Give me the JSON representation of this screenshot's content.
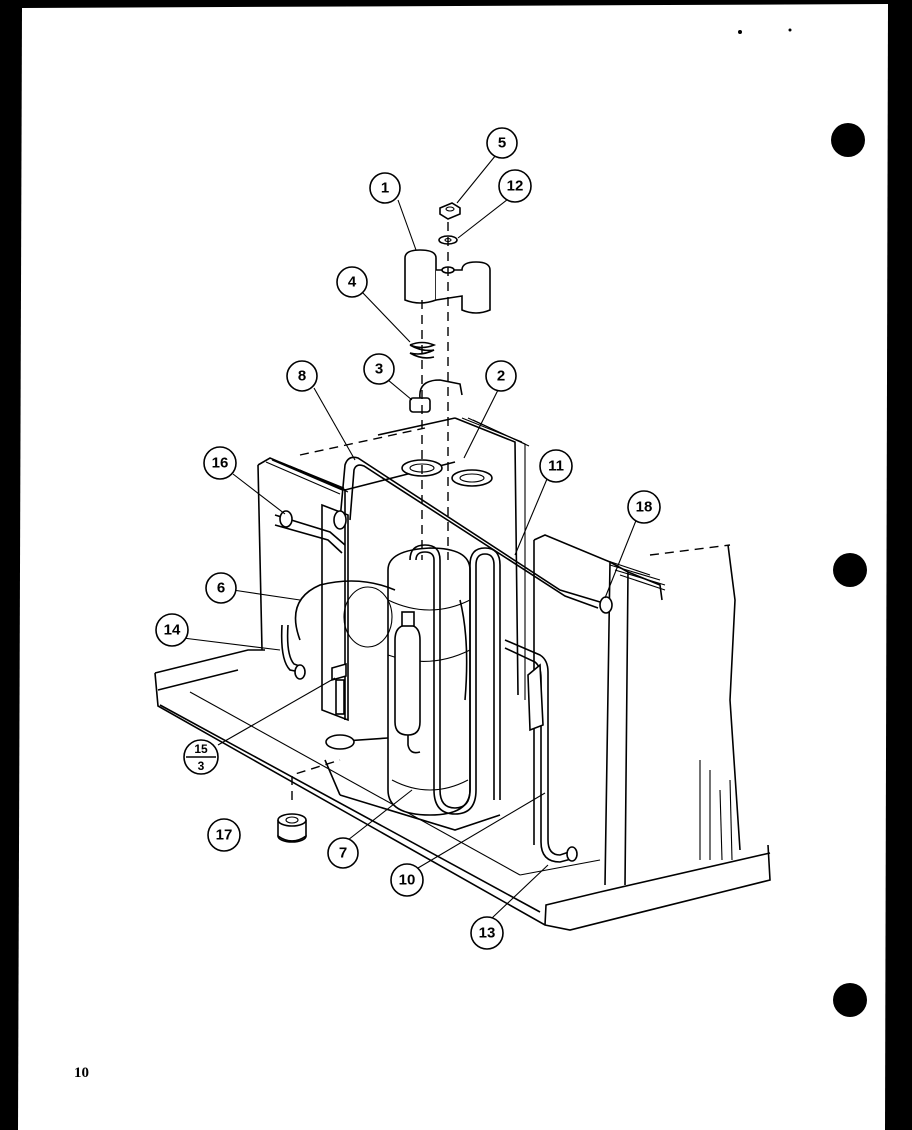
{
  "page": {
    "number": "10"
  },
  "callouts": [
    {
      "id": "1",
      "label": "1"
    },
    {
      "id": "2",
      "label": "2"
    },
    {
      "id": "3",
      "label": "3"
    },
    {
      "id": "4",
      "label": "4"
    },
    {
      "id": "5",
      "label": "5"
    },
    {
      "id": "6",
      "label": "6"
    },
    {
      "id": "7",
      "label": "7"
    },
    {
      "id": "8",
      "label": "8"
    },
    {
      "id": "10",
      "label": "10"
    },
    {
      "id": "11",
      "label": "11"
    },
    {
      "id": "12",
      "label": "12"
    },
    {
      "id": "13",
      "label": "13"
    },
    {
      "id": "14",
      "label": "14"
    },
    {
      "id": "15-3",
      "label_top": "15",
      "label_bottom": "3"
    },
    {
      "id": "16",
      "label": "16"
    },
    {
      "id": "17",
      "label": "17"
    },
    {
      "id": "18",
      "label": "18"
    }
  ]
}
